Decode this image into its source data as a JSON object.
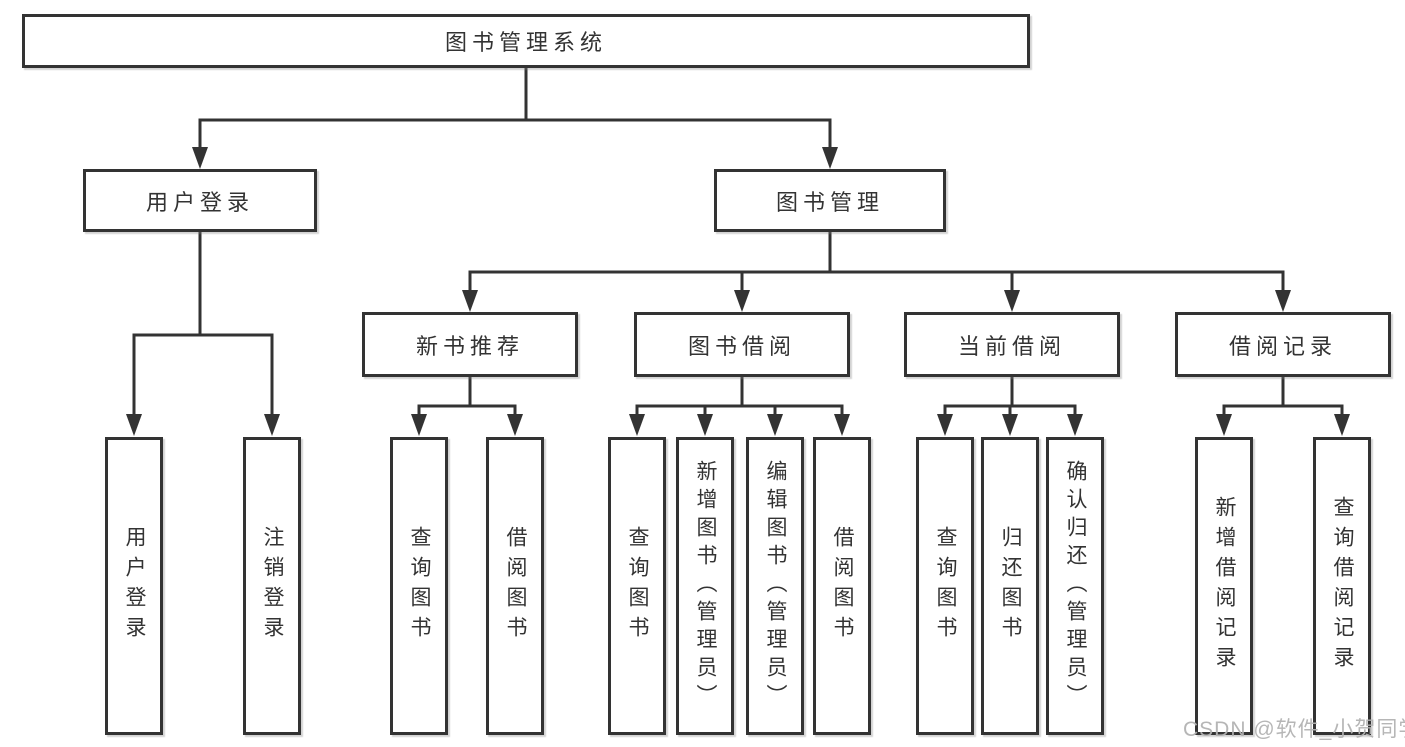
{
  "diagram_title": "图书管理系统",
  "nodes": {
    "root": "图书管理系统",
    "user_login": "用户登录",
    "book_mgmt": "图书管理",
    "new_book_rec": "新书推荐",
    "book_borrow": "图书借阅",
    "current_borrow": "当前借阅",
    "borrow_records": "借阅记录",
    "leaf_user_login": "用户登录",
    "leaf_logout": "注销登录",
    "leaf_rec_query_book": "查询图书",
    "leaf_rec_borrow_book": "借阅图书",
    "leaf_bb_query_book": "查询图书",
    "leaf_bb_add_book": "新增图书（管理员）",
    "leaf_bb_edit_book": "编辑图书（管理员）",
    "leaf_bb_borrow_book": "借阅图书",
    "leaf_cb_query_book": "查询图书",
    "leaf_cb_return_book": "归还图书",
    "leaf_cb_confirm_return": "确认归还（管理员）",
    "leaf_br_add_record": "新增借阅记录",
    "leaf_br_query_record": "查询借阅记录"
  },
  "hierarchy": {
    "root": "图书管理系统",
    "children": [
      {
        "label": "用户登录",
        "children": [
          "用户登录",
          "注销登录"
        ]
      },
      {
        "label": "图书管理",
        "children": [
          {
            "label": "新书推荐",
            "children": [
              "查询图书",
              "借阅图书"
            ]
          },
          {
            "label": "图书借阅",
            "children": [
              "查询图书",
              "新增图书（管理员）",
              "编辑图书（管理员）",
              "借阅图书"
            ]
          },
          {
            "label": "当前借阅",
            "children": [
              "查询图书",
              "归还图书",
              "确认归还（管理员）"
            ]
          },
          {
            "label": "借阅记录",
            "children": [
              "新增借阅记录",
              "查询借阅记录"
            ]
          }
        ]
      }
    ]
  },
  "watermark": "CSDN @软件_小贺同学",
  "colors": {
    "line": "#333333",
    "box_border": "#333333",
    "text": "#333333",
    "background": "#ffffff",
    "watermark": "#b3b3b3"
  }
}
